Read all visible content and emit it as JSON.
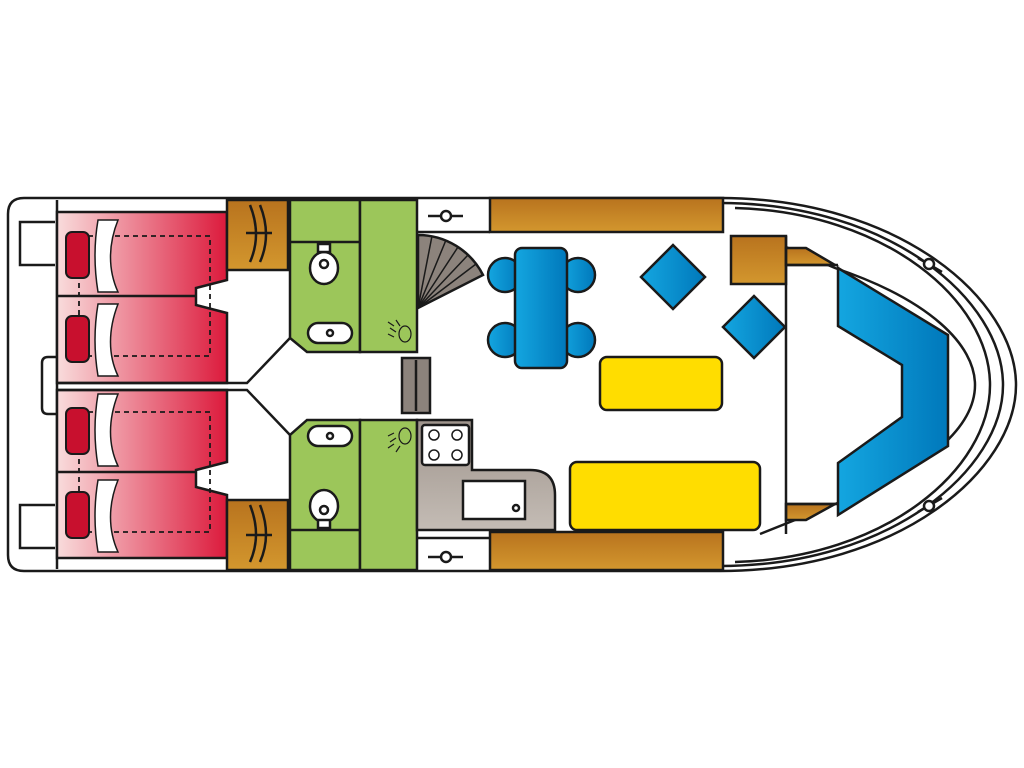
{
  "diagram": {
    "type": "boat-floor-plan",
    "colors": {
      "cabin_light": "#f7d4d4",
      "cabin_dark": "#dc1a3c",
      "pillow": "#c8102e",
      "wardrobe": "#c98a2a",
      "bathroom": "#9cc65a",
      "galley": "#aea49c",
      "blue_furniture": "#0a8fd0",
      "sofa": "#ffdd00",
      "hull": "#ffffff"
    },
    "areas": [
      "stern-deck",
      "cabin-top-bed-1",
      "cabin-top-bed-2",
      "cabin-bottom-bed-1",
      "cabin-bottom-bed-2",
      "wardrobe-top",
      "wardrobe-bottom",
      "bathroom-top",
      "shower-top",
      "bathroom-bottom",
      "shower-bottom",
      "spiral-stairs",
      "galley",
      "saloon",
      "dining-table",
      "sofa-top",
      "sofa-bottom",
      "bow-seating"
    ]
  }
}
